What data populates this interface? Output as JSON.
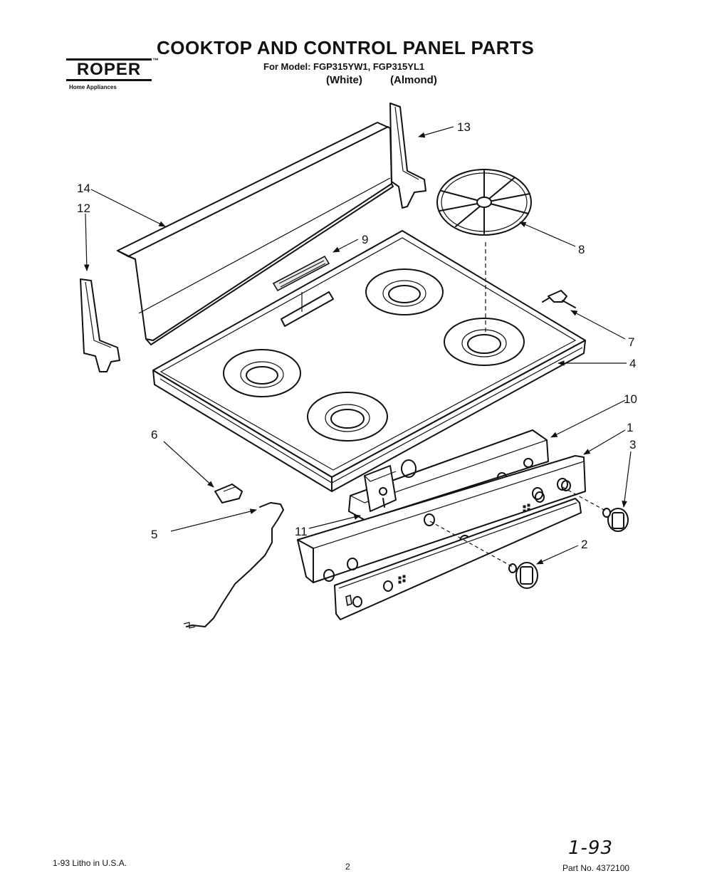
{
  "brand": {
    "name": "ROPER",
    "trademark": "™",
    "tagline": "Home Appliances"
  },
  "header": {
    "title": "COOKTOP AND CONTROL PANEL PARTS",
    "model_line": "For Model: FGP315YW1, FGP315YL1",
    "color_1": "(White)",
    "color_2": "(Almond)"
  },
  "callouts": [
    {
      "id": "13",
      "label": "13"
    },
    {
      "id": "14",
      "label": "14"
    },
    {
      "id": "12",
      "label": "12"
    },
    {
      "id": "9",
      "label": "9"
    },
    {
      "id": "8",
      "label": "8"
    },
    {
      "id": "7",
      "label": "7"
    },
    {
      "id": "4",
      "label": "4"
    },
    {
      "id": "10",
      "label": "10"
    },
    {
      "id": "1",
      "label": "1"
    },
    {
      "id": "3",
      "label": "3"
    },
    {
      "id": "6",
      "label": "6"
    },
    {
      "id": "5",
      "label": "5"
    },
    {
      "id": "11",
      "label": "11"
    },
    {
      "id": "2",
      "label": "2"
    }
  ],
  "footer": {
    "litho": "1-93  Litho in U.S.A.",
    "page": "2",
    "handwritten": "1-93",
    "part_no": "Part No. 4372100"
  }
}
